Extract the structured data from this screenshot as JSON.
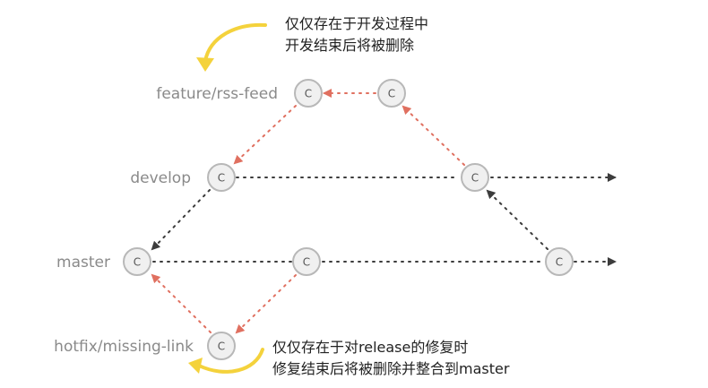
{
  "colors": {
    "dark_edge": "#3c3c3c",
    "red_edge": "#e07060",
    "annotation_arrow": "#f4d23c"
  },
  "branches": [
    {
      "id": "feature",
      "label": "feature/rss-feed"
    },
    {
      "id": "develop",
      "label": "develop"
    },
    {
      "id": "master",
      "label": "master"
    },
    {
      "id": "hotfix",
      "label": "hotfix/missing-link"
    }
  ],
  "commit_label": "C",
  "notes": {
    "feature": {
      "line1": "仅仅存在于开发过程中",
      "line2": "开发结束后将被删除"
    },
    "hotfix": {
      "line1": "仅仅存在于对release的修复时",
      "line2": "修复结束后将被删除并整合到master"
    }
  }
}
